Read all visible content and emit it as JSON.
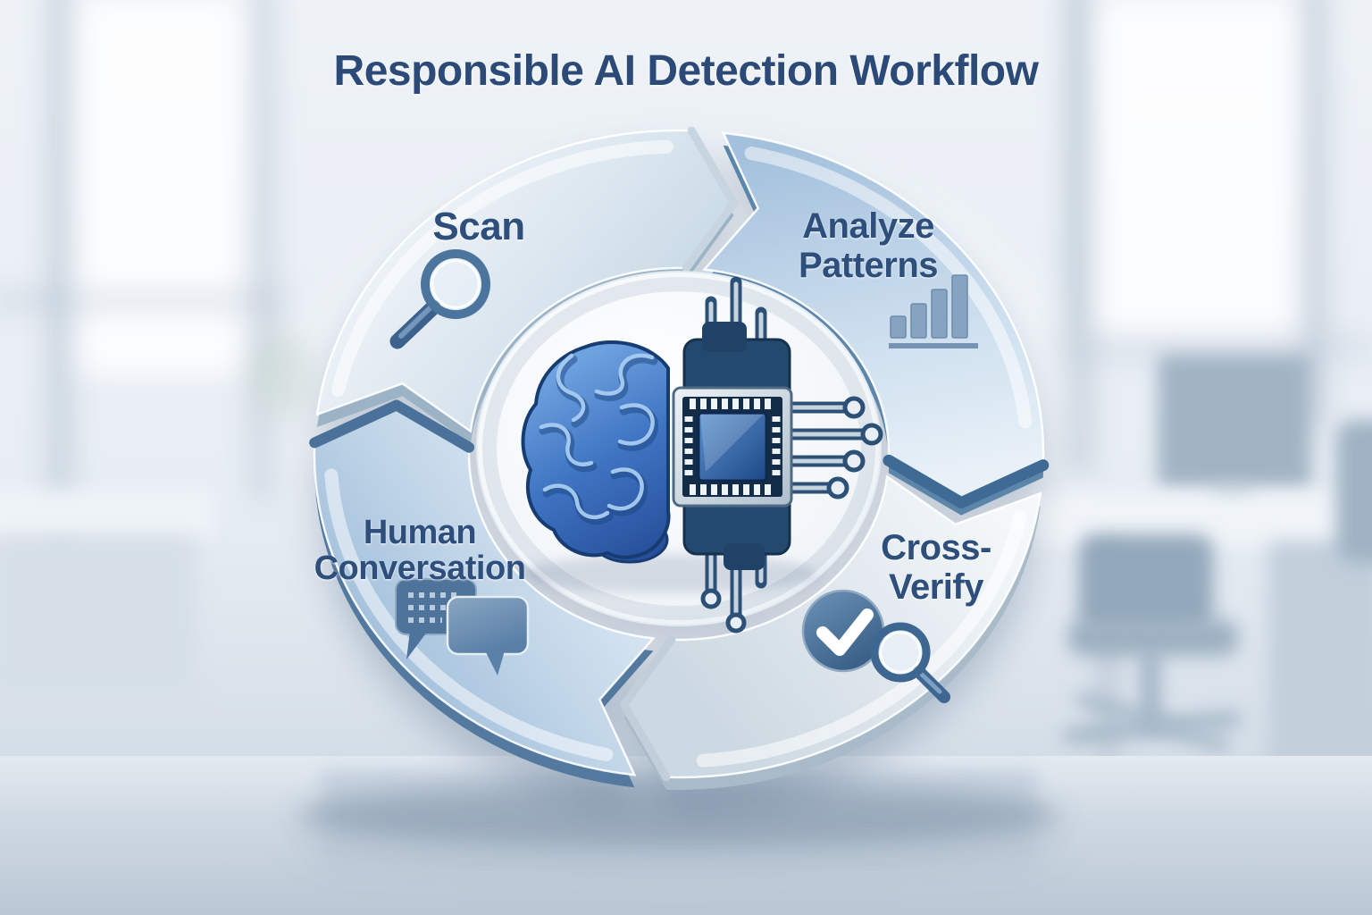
{
  "title": "Responsible AI Detection Workflow",
  "workflow": {
    "direction": "clockwise",
    "center_illustration": "brain-and-circuit-chip",
    "steps": [
      {
        "id": "scan",
        "line1": "Scan",
        "line2": "",
        "icon": "magnifier-icon"
      },
      {
        "id": "analyze-patterns",
        "line1": "Analyze",
        "line2": "Patterns",
        "icon": "bar-chart-icon"
      },
      {
        "id": "cross-verify",
        "line1": "Cross-",
        "line2": "Verify",
        "icon": "check-magnifier-icon"
      },
      {
        "id": "human-conversation",
        "line1": "Human",
        "line2": "Conversation",
        "icon": "speech-bubbles-icon"
      }
    ]
  },
  "colors": {
    "title_text": "#2c4a77",
    "label_text": "#2e4e7c",
    "arrow_glass_blue": "#a3c0dc",
    "arrow_glass_white": "#f4f8fb",
    "arrow_rim_dark_blue": "#3e6a94",
    "icon_steel_blue": "#4b759f",
    "brain_blue": "#3f74c2",
    "chip_navy": "#24496f",
    "background_tint": "#e9eef4"
  },
  "scene": {
    "background": "blurred bright office with desk, monitor and chair",
    "floor_reflection": true
  }
}
